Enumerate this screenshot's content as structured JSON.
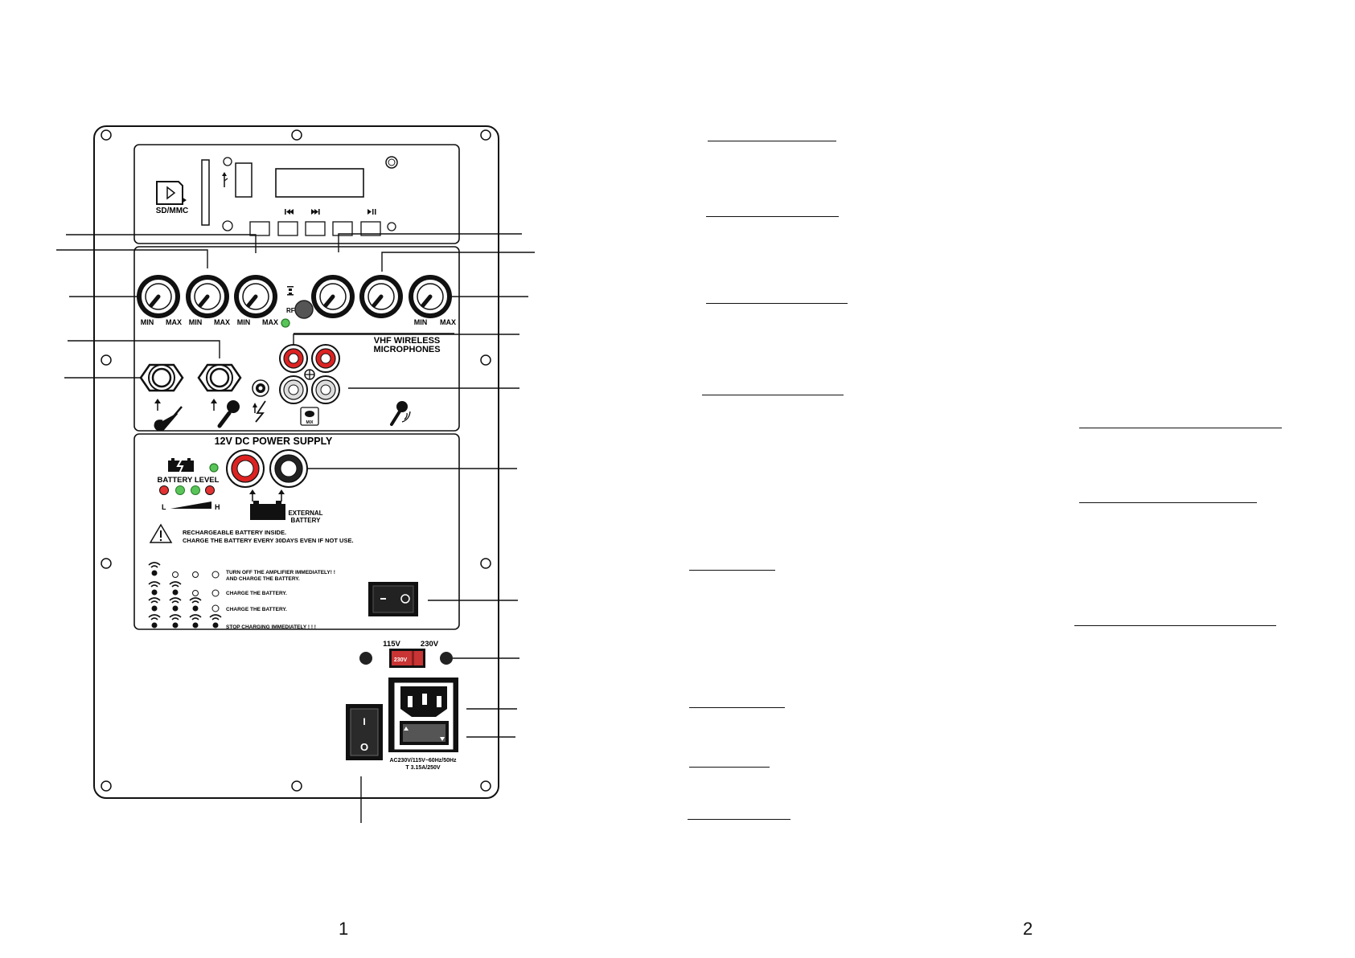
{
  "panel": {
    "sd_label": "SD/MMC",
    "knob_labels": {
      "min": "MIN",
      "max": "MAX"
    },
    "rf_label": "RF",
    "vhf_label_line1": "VHF WIRELESS",
    "vhf_label_line2": "MICROPHONES",
    "mix_label": "MIX",
    "power_supply_title": "12V DC POWER SUPPLY",
    "battery_level_label": "BATTERY LEVEL",
    "level_low": "L",
    "level_high": "H",
    "external_battery_line1": "EXTERNAL",
    "external_battery_line2": "BATTERY",
    "warning_line1": "RECHARGEABLE BATTERY INSIDE.",
    "warning_line2": "CHARGE THE BATTERY EVERY 30DAYS EVEN IF NOT USE.",
    "status_rows": [
      {
        "text1": "TURN OFF THE AMPLIFIER IMMEDIATELY! !",
        "text2": "AND CHARGE THE BATTERY."
      },
      {
        "text1": "CHARGE THE BATTERY.",
        "text2": ""
      },
      {
        "text1": "CHARGE THE BATTERY.",
        "text2": ""
      },
      {
        "text1": "STOP CHARGING IMMEDIATELY ! ! !",
        "text2": ""
      }
    ],
    "voltage_115": "115V",
    "voltage_230": "230V",
    "selector_label": "230V",
    "power_switch_on": "I",
    "power_switch_off": "O",
    "ac_label_line1": "AC230V/115V~60Hz/50Hz",
    "ac_label_line2": "T 3.15A/250V"
  },
  "pages": {
    "left": "1",
    "right": "2"
  }
}
